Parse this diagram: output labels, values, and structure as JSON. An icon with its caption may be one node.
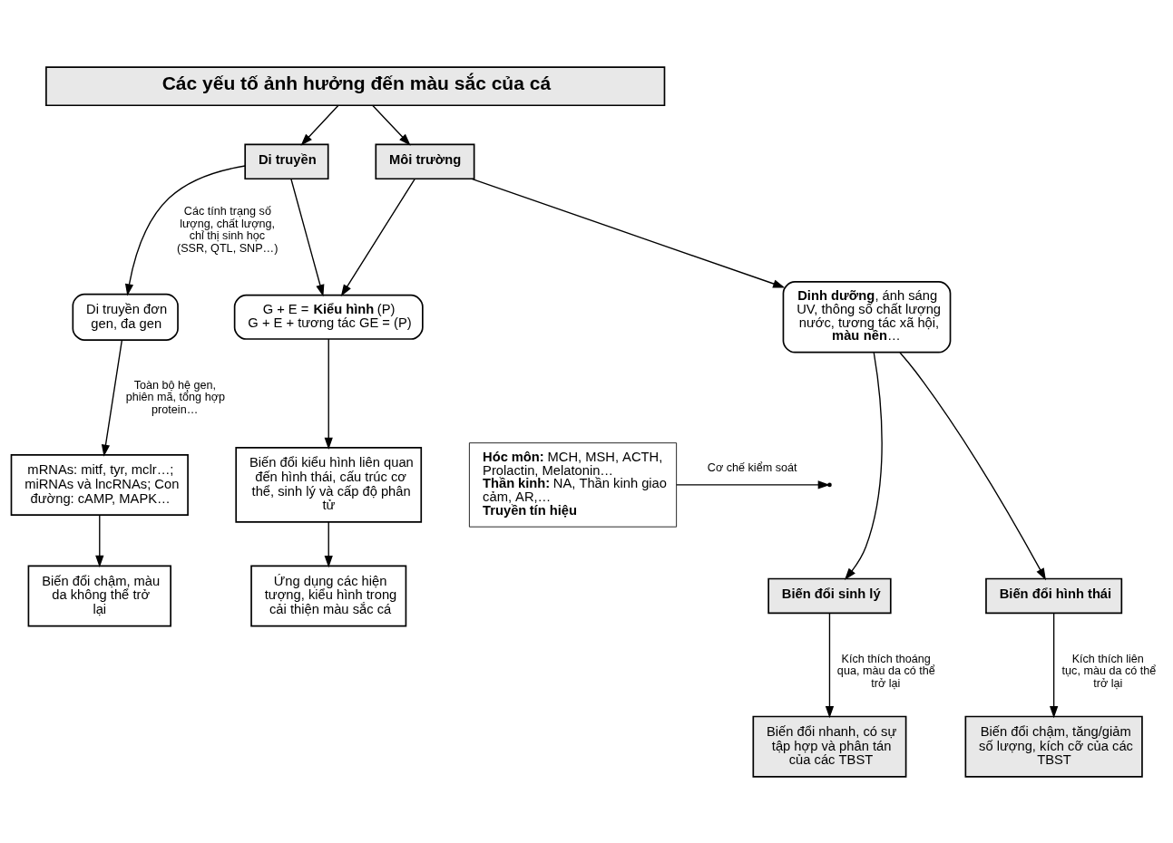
{
  "diagram": {
    "nodes": [
      {
        "text": [
          "Các yếu tố ảnh hưởng đến màu sắc của cá"
        ]
      },
      {
        "text": [
          "Di truyền"
        ]
      },
      {
        "text": [
          "Môi trường"
        ]
      },
      {
        "text": [
          "Di truyền đơn gen, đa gen"
        ]
      },
      {
        "text": [
          "G + E = **Kiểu hình** (P)",
          "G + E + tương tác GE = (P)"
        ]
      },
      {
        "text": [
          "**Dinh dưỡng**, ánh sáng UV, thông số chất lượng nước, tương tác xã hội, **màu nền**…"
        ]
      },
      {
        "text": [
          "**Hóc môn:** MCH, MSH, ACTH, Prolactin, Melatonin…",
          "**Thần kinh:** NA, Thần kinh giao cảm, AR,…",
          "**Truyền tín hiệu**"
        ]
      },
      {
        "text": [
          "mRNAs: mitf, tyr, mclr…; miRNAs và lncRNAs; Con đường: cAMP, MAPK…"
        ]
      },
      {
        "text": [
          "Biến đổi kiểu hình liên quan đến hình thái, cấu trúc cơ thể, sinh lý và cấp độ phân tử"
        ]
      },
      {
        "text": [
          "Biến đổi sinh lý"
        ]
      },
      {
        "text": [
          "Biến đổi hình thái"
        ]
      },
      {
        "text": [
          "Biến đổi chậm, màu da không thể trở lại"
        ]
      },
      {
        "text": [
          "Ứng dụng các hiện tượng, kiểu hình trong cải thiện màu sắc cá"
        ]
      },
      {
        "text": [
          "Biến đổi nhanh, có sự tập hợp và phân tán của các TBST"
        ]
      },
      {
        "text": [
          "Biến đổi chậm, tăng/giảm số lượng, kích cỡ của các TBST"
        ]
      }
    ],
    "edges": [
      {
        "from": 0,
        "to": 1,
        "arrow": "to"
      },
      {
        "from": 0,
        "to": 2,
        "arrow": "to"
      },
      {
        "from": 1,
        "to": 3,
        "arrow": "to",
        "label": "Các tính trạng số lượng, chất lượng, chỉ thị sinh học (SSR, QTL, SNP…)"
      },
      {
        "from": 1,
        "to": 4,
        "arrow": "to"
      },
      {
        "from": 2,
        "to": 4,
        "arrow": "to"
      },
      {
        "from": 2,
        "to": 5,
        "arrow": "to"
      },
      {
        "from": 6,
        "to": null,
        "arrow": "to",
        "label": "Cơ chế kiểm soát"
      },
      {
        "from": 5,
        "to": 9,
        "arrow": "to"
      },
      {
        "from": 5,
        "to": 10,
        "arrow": "to"
      },
      {
        "from": 3,
        "to": 7,
        "arrow": "to",
        "label": "Toàn bộ hệ gen, phiên mã, tổng hợp protein…"
      },
      {
        "from": 4,
        "to": 8,
        "arrow": "to"
      },
      {
        "from": 9,
        "to": 13,
        "arrow": "to",
        "label": "Kích thích thoáng qua, màu da có thể trở lại"
      },
      {
        "from": 10,
        "to": 14,
        "arrow": "to",
        "label": "Kích thích liên tục, màu da có thể trở lại"
      },
      {
        "from": 7,
        "to": 11,
        "arrow": "to"
      },
      {
        "from": 8,
        "to": 12,
        "arrow": "to"
      }
    ]
  }
}
